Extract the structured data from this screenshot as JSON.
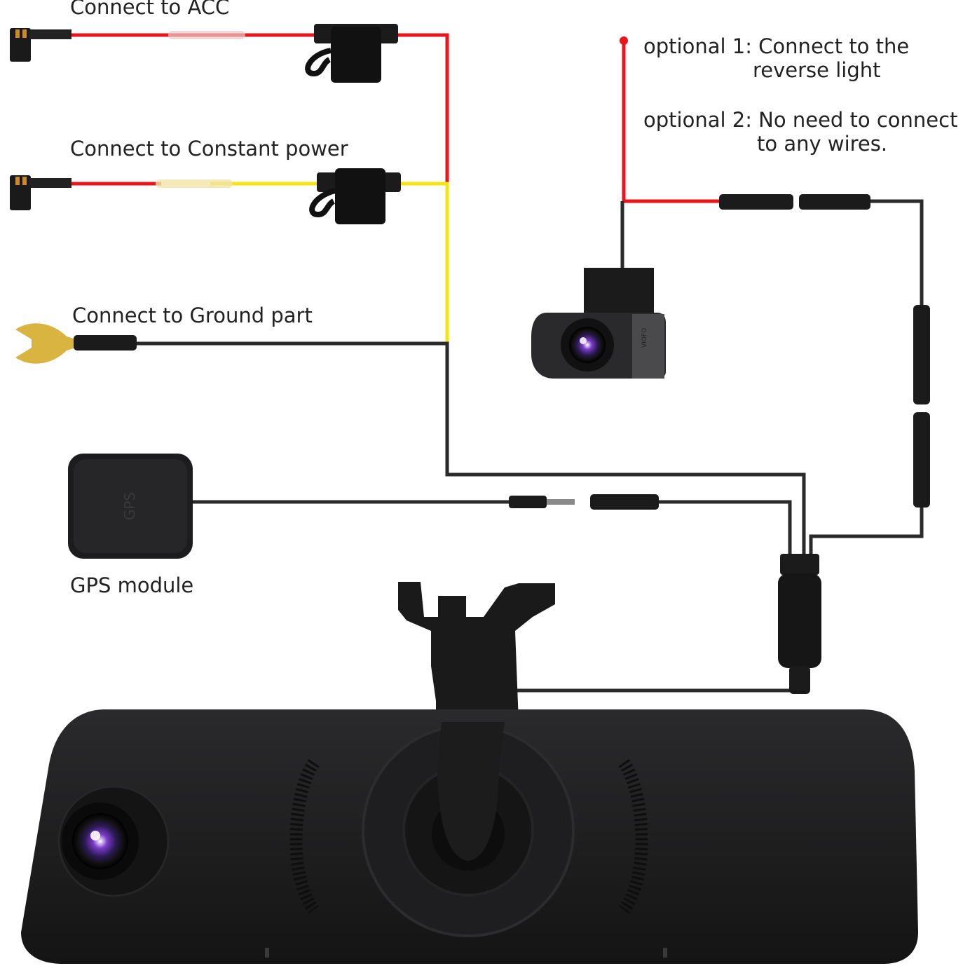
{
  "labels": {
    "acc": "Connect to ACC",
    "constant": "Connect to Constant power",
    "ground": "Connect to Ground part",
    "gps": "GPS module",
    "optional1_a": "optional 1: Connect to the",
    "optional1_b": "reverse light",
    "optional2_a": "optional 2: No need to connect",
    "optional2_b": "to any wires.",
    "gps_embossed": "GPS",
    "rear_cam_brand": "VIOFO"
  },
  "colors": {
    "red_wire": "#e8151b",
    "yellow_wire": "#f5e312",
    "black_wire": "#2b2b2b",
    "device_body": "#1d1d1f",
    "ground_terminal": "#d9b441",
    "fuse_tap": "#c98a2e"
  },
  "icons": {
    "fuse_holder": "fuse-holder-icon",
    "fuse_tap": "add-a-fuse-icon",
    "ground_ring": "ground-terminal-icon",
    "gps_antenna": "gps-antenna-icon",
    "rear_camera": "rear-camera-icon",
    "mirror_dashcam": "mirror-dashcam-icon",
    "connector": "connector-plug-icon"
  }
}
